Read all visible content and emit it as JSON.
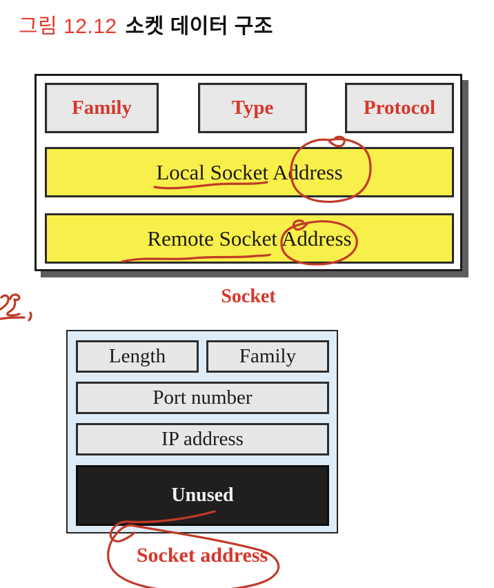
{
  "title": {
    "prefix": "그림 12.12",
    "text": "소켓 데이터 구조"
  },
  "socket_struct": {
    "caption": "Socket",
    "header_fields": [
      {
        "label": "Family"
      },
      {
        "label": "Type"
      },
      {
        "label": "Protocol"
      }
    ],
    "address_fields": [
      {
        "label": "Local Socket Address"
      },
      {
        "label": "Remote Socket Address"
      }
    ]
  },
  "socket_address_struct": {
    "caption": "Socket address",
    "top_fields": [
      {
        "label": "Length"
      },
      {
        "label": "Family"
      }
    ],
    "fields": [
      {
        "label": "Port number"
      },
      {
        "label": "IP address"
      }
    ],
    "unused_label": "Unused"
  },
  "annotations": {
    "pen_color": "#c23a28",
    "marks": [
      "circle-around-local-address",
      "underline-under-local-socket",
      "circle-around-remote-address",
      "underline-under-remote-socket",
      "left-margin-scribble",
      "stroke-under-unused",
      "oval-around-socket-address-caption"
    ]
  },
  "colors": {
    "title_red": "#e3392b",
    "accent_red": "#d6372b",
    "field_yellow": "#f8ef4a",
    "struct_blue": "#deecf8",
    "gray_fill": "#e8e8e8",
    "unused_black": "#211e1e"
  }
}
